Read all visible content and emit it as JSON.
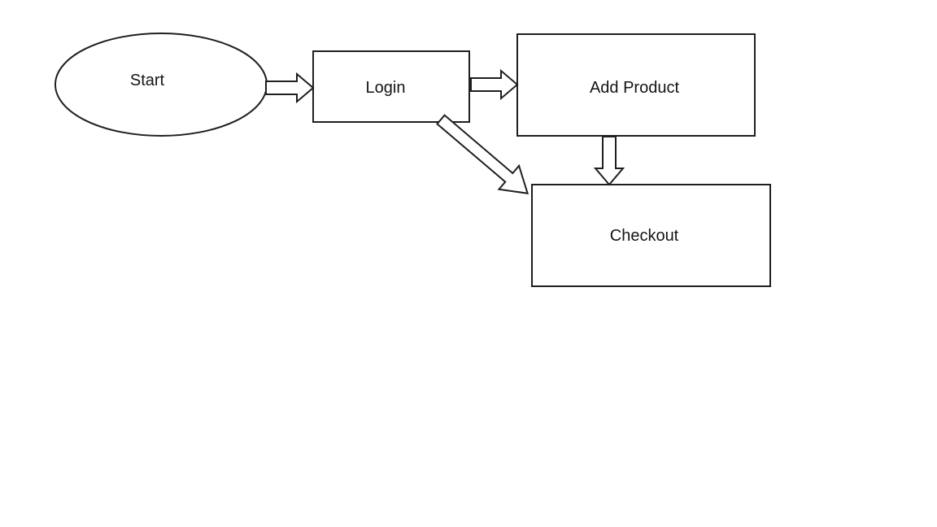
{
  "diagram": {
    "type": "flowchart",
    "background_color": "#ffffff",
    "stroke_color": "#1f1f1f",
    "shape_fill_color": "#ffffff",
    "text_color": "#141414",
    "nodes": [
      {
        "id": "start",
        "shape": "ellipse",
        "label": "Start"
      },
      {
        "id": "login",
        "shape": "rectangle",
        "label": "Login"
      },
      {
        "id": "add_product",
        "shape": "rectangle",
        "label": "Add Product"
      },
      {
        "id": "checkout",
        "shape": "rectangle",
        "label": "Checkout"
      }
    ],
    "edges": [
      {
        "from": "Start",
        "to": "Login",
        "style": "outlined-block-arrow",
        "direction": "right"
      },
      {
        "from": "Login",
        "to": "Add Product",
        "style": "outlined-block-arrow",
        "direction": "right"
      },
      {
        "from": "Add Product",
        "to": "Checkout",
        "style": "outlined-block-arrow",
        "direction": "down"
      },
      {
        "from": "Login",
        "to": "Checkout",
        "style": "outlined-block-arrow",
        "direction": "down-right-diagonal"
      }
    ]
  }
}
